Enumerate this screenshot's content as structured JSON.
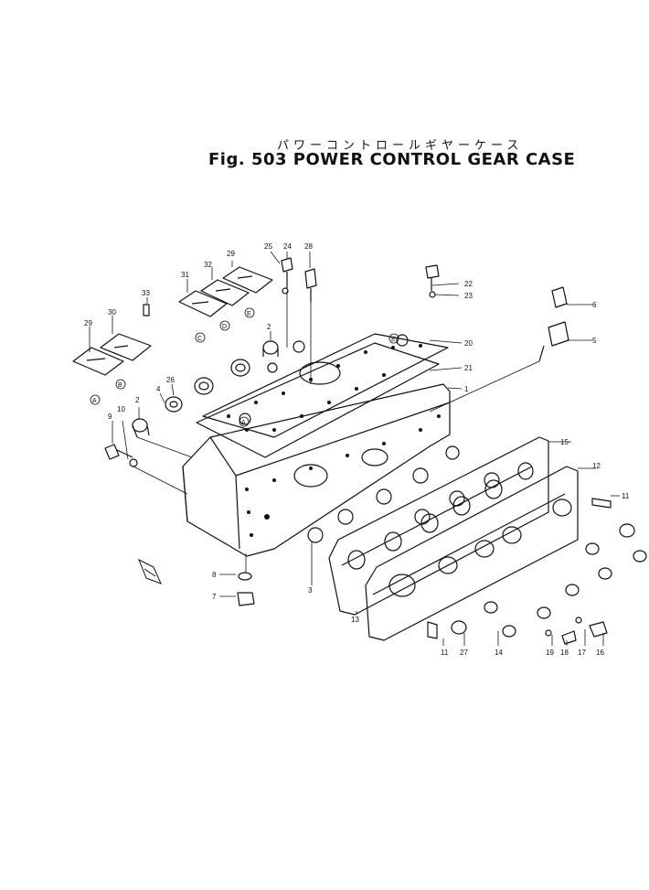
{
  "figure": {
    "title_jp": "パワーコントロールギヤーケース",
    "title": "Fig. 503 POWER CONTROL GEAR CASE"
  },
  "part_labels": [
    "1",
    "2",
    "2",
    "3",
    "4",
    "5",
    "6",
    "7",
    "8",
    "9",
    "10",
    "11",
    "11",
    "12",
    "13",
    "14",
    "15",
    "16",
    "17",
    "18",
    "19",
    "20",
    "21",
    "22",
    "23",
    "24",
    "25",
    "26",
    "27",
    "28",
    "29",
    "29",
    "30",
    "31",
    "32",
    "33"
  ],
  "subassembly_labels": [
    "A",
    "B",
    "C",
    "D",
    "E",
    "A",
    "E"
  ],
  "colors": {
    "ink": "#111111",
    "paper": "#ffffff"
  }
}
